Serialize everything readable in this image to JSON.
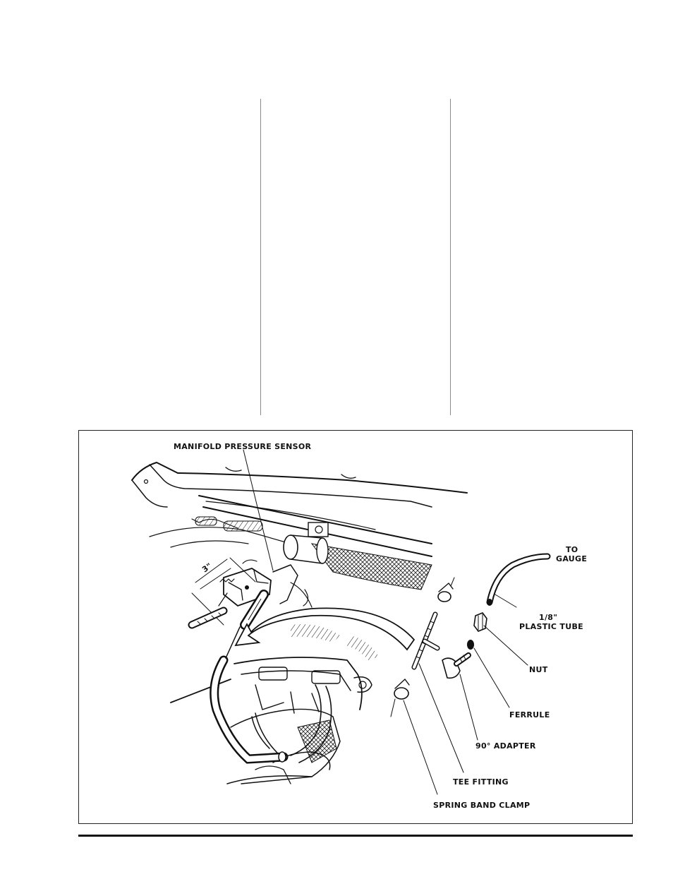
{
  "figure": {
    "callouts": {
      "sensor": "MANIFOLD PRESSURE SENSOR",
      "dimension": "3\"",
      "to_gauge_1": "TO",
      "to_gauge_2": "GAUGE",
      "tube_1": "1/8\"",
      "tube_2": "PLASTIC TUBE",
      "nut": "NUT",
      "ferrule": "FERRULE",
      "adapter": "90° ADAPTER",
      "tee": "TEE FITTING",
      "clamp": "SPRING BAND CLAMP"
    }
  }
}
